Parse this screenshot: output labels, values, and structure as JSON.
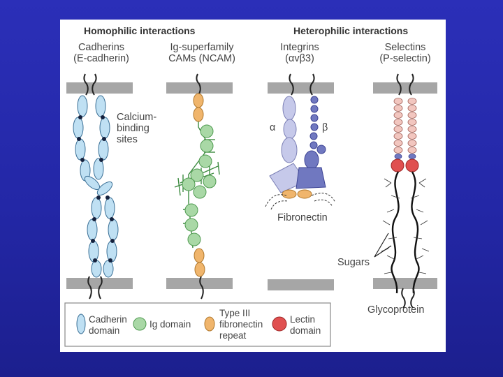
{
  "headers": {
    "homophilic": "Homophilic interactions",
    "heterophilic": "Heterophilic interactions"
  },
  "columns": {
    "cadherins": {
      "line1": "Cadherins",
      "line2": "(E-cadherin)"
    },
    "igsf": {
      "line1": "Ig-superfamily",
      "line2": "CAMs (NCAM)"
    },
    "integrins": {
      "line1": "Integrins",
      "line2": "(αvβ3)"
    },
    "selectins": {
      "line1": "Selectins",
      "line2": "(P-selectin)"
    }
  },
  "annotations": {
    "calcium_line1": "Calcium-",
    "calcium_line2": "binding",
    "calcium_line3": "sites",
    "alpha": "α",
    "beta": "β",
    "fibronectin": "Fibronectin",
    "sugars": "Sugars",
    "glycoprotein": "Glycoprotein"
  },
  "legend": {
    "cadherin_line1": "Cadherin",
    "cadherin_line2": "domain",
    "ig": "Ig domain",
    "fn_line1": "Type III",
    "fn_line2": "fibronectin",
    "fn_line3": "repeat",
    "lectin_line1": "Lectin",
    "lectin_line2": "domain"
  },
  "colors": {
    "background": "#2327a6",
    "membrane": "#a6a6a6",
    "cadherin": "#bfe0f3",
    "ig": "#a9d8a6",
    "fibronectin": "#f0b56c",
    "lectin": "#e05050",
    "integrin_alpha": "#c6c9ea",
    "integrin_beta": "#7078c0",
    "selectin_cr": "#f2c6bf"
  }
}
